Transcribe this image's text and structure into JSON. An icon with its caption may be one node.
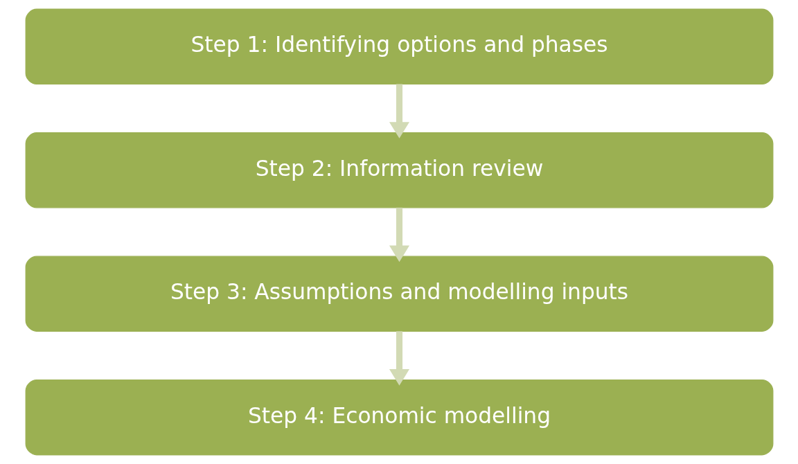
{
  "diagram": {
    "nodes": [
      {
        "text": [
          "Step 1: Identifying options and phases"
        ]
      },
      {
        "text": [
          "Step 2: Information review"
        ]
      },
      {
        "text": [
          "Step 3: Assumptions and modelling inputs"
        ]
      },
      {
        "text": [
          "Step 4: Economic modelling"
        ]
      }
    ],
    "edges": [
      {
        "from": 0,
        "to": 1,
        "arrow": "to"
      },
      {
        "from": 1,
        "to": 2,
        "arrow": "to"
      },
      {
        "from": 2,
        "to": 3,
        "arrow": "to"
      }
    ]
  }
}
